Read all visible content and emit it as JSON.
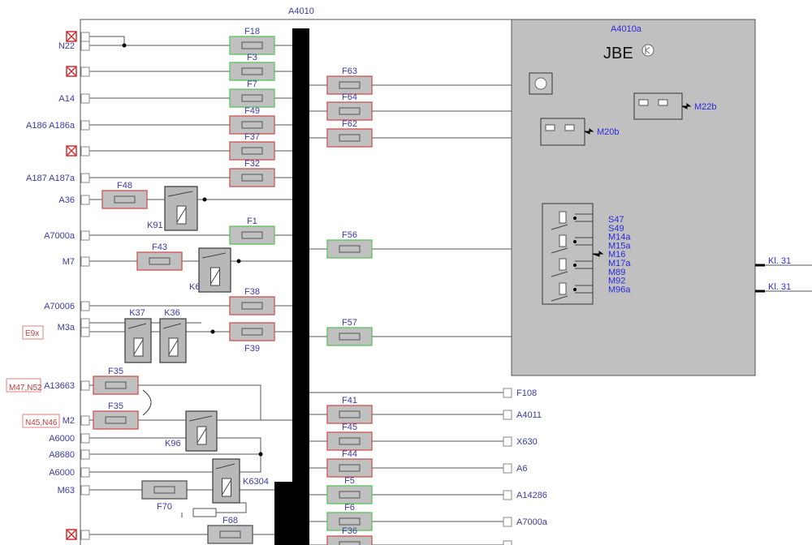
{
  "module": {
    "id": "A4010"
  },
  "jbe": {
    "id": "A4010a",
    "title": "JBE",
    "outputs": [
      "M22b",
      "M20b"
    ],
    "multi_outputs": [
      "S47",
      "S49",
      "M14a",
      "M15a",
      "M16",
      "M17a",
      "M89",
      "M92",
      "M96a"
    ],
    "ground": [
      "Kl. 31",
      "Kl. 31"
    ]
  },
  "left_connectors": [
    "N22",
    "A14",
    "A186  A186a",
    "A187  A187a",
    "A36",
    "A7000a",
    "M7",
    "A70006",
    "M3a",
    "A13663",
    "M2",
    "A6000",
    "A8680",
    "A6000",
    "M63"
  ],
  "side_tags": [
    "E9x",
    "M47,N52",
    "N45,N46"
  ],
  "fuses": [
    {
      "label": "F18",
      "status": "ok"
    },
    {
      "label": "F3",
      "status": "ok"
    },
    {
      "label": "F7",
      "status": "ok"
    },
    {
      "label": "F49",
      "status": "fault"
    },
    {
      "label": "F37",
      "status": "fault"
    },
    {
      "label": "F32",
      "status": "fault"
    },
    {
      "label": "F48",
      "status": "fault"
    },
    {
      "label": "F1",
      "status": "ok"
    },
    {
      "label": "F43",
      "status": "fault"
    },
    {
      "label": "F38",
      "status": "fault"
    },
    {
      "label": "F39",
      "status": "fault"
    },
    {
      "label": "F35",
      "status": "fault"
    },
    {
      "label": "F35",
      "status": "fault"
    },
    {
      "label": "F70",
      "status": "neutral"
    },
    {
      "label": "F68",
      "status": "neutral"
    },
    {
      "label": "F63",
      "status": "fault"
    },
    {
      "label": "F64",
      "status": "fault"
    },
    {
      "label": "F62",
      "status": "fault"
    },
    {
      "label": "F56",
      "status": "ok"
    },
    {
      "label": "F57",
      "status": "ok"
    },
    {
      "label": "F41",
      "status": "fault"
    },
    {
      "label": "F45",
      "status": "fault"
    },
    {
      "label": "F44",
      "status": "fault"
    },
    {
      "label": "F5",
      "status": "ok"
    },
    {
      "label": "F6",
      "status": "ok"
    },
    {
      "label": "F36",
      "status": "fault"
    }
  ],
  "relays": [
    "K91",
    "K6",
    "K37",
    "K36",
    "K96",
    "K6304"
  ],
  "right_connectors": [
    "F108",
    "A4011",
    "X630",
    "A6",
    "A14286",
    "A7000a"
  ],
  "colors": {
    "ok": "#5cc45c",
    "fault": "#d05050",
    "neutral": "#555555",
    "fill": "#c0c0c0",
    "label": "#3a3aa8"
  }
}
